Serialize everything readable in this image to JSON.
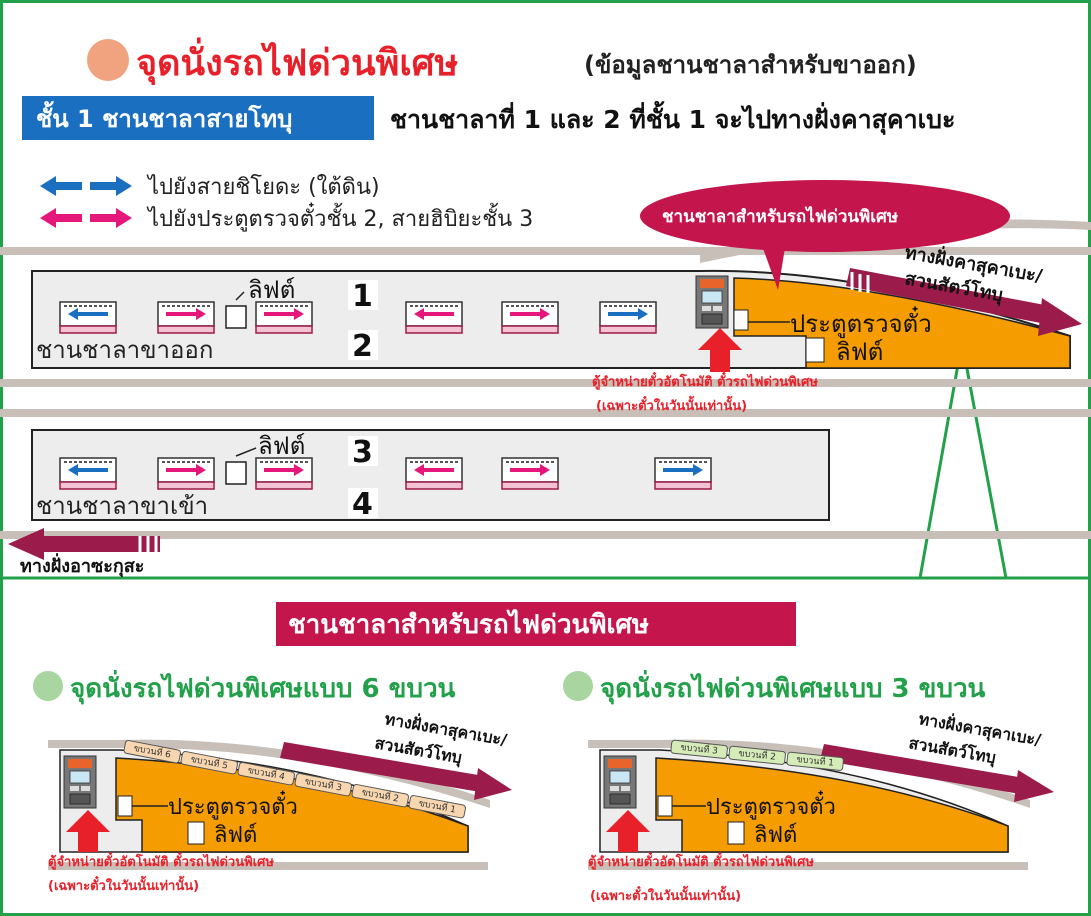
{
  "title": {
    "main": "จุดนั่งรถไฟด่วนพิเศษ",
    "sub": "(ข้อมูลชานชาลาสำหรับขาออก)"
  },
  "floor_badge": "ชั้น 1 ชานชาลาสายโทบุ",
  "floor_desc": "ชานชาลาที่ 1 และ 2 ที่ชั้น 1 จะไปทางฝั่งคาสุคาเบะ",
  "legend": {
    "blue": "ไปยังสายชิโยดะ (ใต้ดิน)",
    "pink": "ไปยังประตูตรวจตั๋วชั้น 2, สายฮิบิยะชั้น 3"
  },
  "callout": "ชานชาลาสำหรับรถไฟด่วนพิเศษ",
  "direction": {
    "kasukabe": "ทางฝั่งคาสุคาเบะ/",
    "zoo": "สวนสัตว์โทบุ",
    "asakusa": "ทางฝั่งอาซะกุสะ"
  },
  "labels": {
    "lift": "ลิฟต์",
    "gate": "ประตูตรวจตั๋ว",
    "ticket_machine": "ตู้จำหน่ายตั๋วอัตโนมัติ ตั๋วรถไฟด่วนพิเศษ",
    "today_only": "(เฉพาะตั๋วในวันนั้นเท่านั้น)"
  },
  "platforms": {
    "departure": "ชานชาลาขาออก",
    "arrival": "ชานชาลาขาเข้า",
    "tracks": [
      "1",
      "2",
      "3",
      "4"
    ]
  },
  "lower": {
    "banner": "ชานชาลาสำหรับรถไฟด่วนพิเศษ",
    "six_car": "จุดนั่งรถไฟด่วนพิเศษแบบ 6 ขบวน",
    "three_car": "จุดนั่งรถไฟด่วนพิเศษแบบ 3 ขบวน",
    "cars6": [
      "ขบวนที่ 6",
      "ขบวนที่ 5",
      "ขบวนที่ 4",
      "ขบวนที่ 3",
      "ขบวนที่ 2",
      "ขบวนที่ 1"
    ],
    "cars3": [
      "ขบวนที่ 3",
      "ขบวนที่ 2",
      "ขบวนที่ 1"
    ]
  },
  "colors": {
    "frame": "#22a04a",
    "title_red": "#e8202a",
    "blue": "#1a6fc0",
    "pink": "#e6177a",
    "maroon": "#9b1b4a",
    "orange": "#f59c00",
    "platform_gray": "#ededed",
    "rail": "#c8bfb8",
    "circle_orange": "#f0a37e",
    "circle_green": "#a8d5a0",
    "car6_fill": "#f8d7b0",
    "car3_fill": "#d6ecb8"
  },
  "icons": [
    "circle-icon",
    "arrow-left-icon",
    "arrow-right-icon",
    "ticket-machine-icon",
    "red-up-arrow-icon"
  ]
}
